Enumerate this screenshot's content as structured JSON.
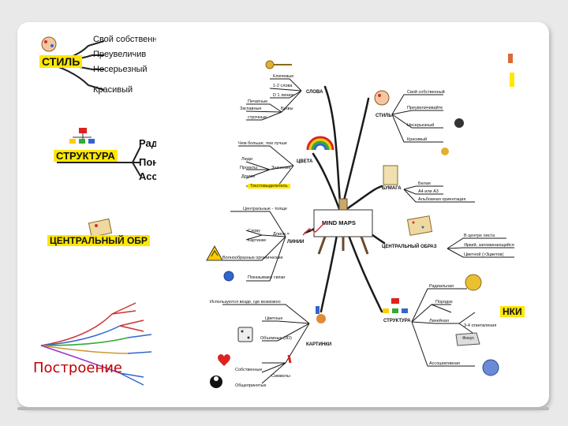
{
  "left": {
    "stil": {
      "title": "СТИЛЬ",
      "items": [
        "Свой собственный",
        "Преувеличив",
        "Несерьезный",
        "Красивый"
      ]
    },
    "struktura": {
      "title": "СТРУКТУРА",
      "items": [
        "Рад",
        "Пон",
        "Ассо"
      ]
    },
    "central": {
      "title": "ЦЕНТРАЛЬНЫЙ ОБР"
    },
    "caption": "Построение"
  },
  "right": {
    "snippet_top": "",
    "snippet_bottom": "НКИ"
  },
  "map": {
    "center": "MIND MAPS",
    "slova": {
      "title": "СЛОВА",
      "items": [
        "Ключевые",
        "1-2 слова",
        "D 1 линию",
        "Печатные",
        "Заглавные",
        "Буквы",
        "строчные"
      ]
    },
    "cveta": {
      "title": "ЦВЕТА",
      "items": [
        "Чем больше, тем лучше",
        "Люди",
        "Проекты",
        "Другое",
        "Значение",
        "Текстовыделитель"
      ]
    },
    "linii": {
      "title": "ЛИНИИ",
      "items": [
        "Центральные - толще",
        "Слову",
        "Длина =",
        "Картинке",
        "Волнообразные органические",
        "Показывают связи"
      ]
    },
    "kartinki": {
      "title": "КАРТИНКИ",
      "items": [
        "Используются везде, где возможно",
        "Цветные",
        "Объемные (3D)",
        "Собственные",
        "Символы",
        "Общепринятые"
      ]
    },
    "stil": {
      "title": "СТИЛЬ",
      "items": [
        "Свой собственный",
        "Преувеличивайте",
        "Несерьезный",
        "Красивый"
      ]
    },
    "bumaga": {
      "title": "БУМАГА",
      "items": [
        "Белая",
        "А4 или А3",
        "Альбомная ориентация"
      ]
    },
    "central": {
      "title": "ЦЕНТРАЛЬНЫЙ ОБРАЗ",
      "items": [
        "В центре листа",
        "Яркий, запоминающийся",
        "Цветной (>3цветов)"
      ]
    },
    "struktura": {
      "title": "СТРУКТУРА",
      "items": [
        "Радиальная",
        "Порядок",
        "Линейная",
        "3-4 ответвления",
        "Фокус",
        "Ассоциативная"
      ]
    }
  },
  "colors": {
    "highlight": "#ffe700",
    "branch": "#1a1a1a"
  }
}
